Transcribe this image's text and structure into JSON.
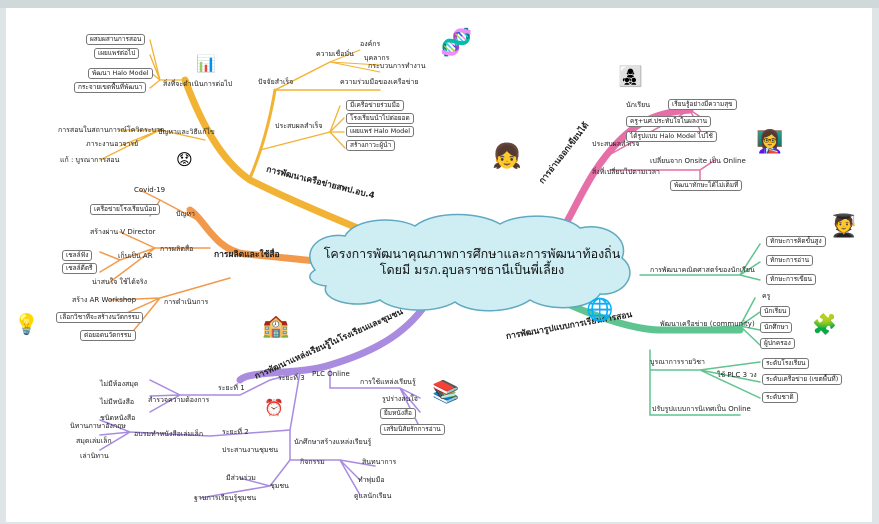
{
  "center": {
    "line1": "โครงการพัฒนาคุณภาพการศึกษาและการพัฒนาท้องถิ่น",
    "line2": "โดยมี มรภ.อุบลราชธานีเป็นพี่เลี้ยง"
  },
  "colors": {
    "yellow": "#f2b233",
    "pink": "#e76fa7",
    "orange": "#f29a4c",
    "green": "#5fc48f",
    "purple": "#a98be0",
    "cloud": "#cfeef4"
  },
  "yellow": {
    "branch": "การพัฒนาเครือข่ายสพป.อบ.4",
    "factors": "ปัจจัยสำเร็จ",
    "trust": "ความเชื่อมั่น",
    "org": "องค์กร",
    "staff": "บุคลากร",
    "process": "กระบวนการทำงาน",
    "cooperate": "ความร่วมมือของเครือข่าย",
    "success": "ประสบผลสำเร็จ",
    "tools": "มีเครือข่ายร่วมมือ",
    "school_good": "โรงเรียนนำไปต่อยอด",
    "spread_halo": "เผยแพร่ Halo Model",
    "leaders": "สร้างภาวะผู้นำ",
    "next": "สิ่งที่จะดำเนินการต่อไป",
    "n1": "ผสมผสานการสอน",
    "n2": "เผยแพร่ต่อไป",
    "n3": "พัฒนา Halo Model",
    "n4": "กระจายเขตพื้นที่พัฒนา",
    "problems": "ปัญหาและวิธีแก้ไข",
    "p1": "การสอนในสถานการณ์โควิดระบาด",
    "p2": "ภาระงานอาจารย์",
    "fix": "แก้ : บูรณาการสอน"
  },
  "pink": {
    "branch": "การอ่านออกเขียนได้",
    "success": "ประสบผลสำเร็จ",
    "student": "นักเรียน",
    "s1": "เรียนรู้อย่างมีความสุข",
    "s2": "ครู+นศ.ประทับใจในผลงาน",
    "s3": "ได้รูปแบบ Halo Model ไปใช้",
    "change": "สิ่งที่เปลี่ยนไปตามเวลา",
    "c1": "เปลี่ยนจาก Onsite เป็น Online",
    "c2": "พัฒนาทักษะได้ไม่เต็มที่"
  },
  "orange": {
    "branch": "การผลิตและใช้สื่อ",
    "covid": "Covid-19",
    "problem": "ปัญหา",
    "small_net": "เครือข่ายโรงเรียนน้อย",
    "create": "การผลิตสื่อ",
    "v_director": "สร้างผ่าน V Director",
    "easy_ar": "เก็บเป็น AR",
    "effective": "เชลล์ฟัง",
    "media": "เชลล์ดีตรี",
    "interesting": "น่าสนใจ ใช้ได้จริง",
    "use": "การดำเนินการ",
    "ar_workshop": "สร้าง AR  Workshop",
    "select": "เลือกวิชาที่จะสร้างนวัตกรรม",
    "extend": "ต่อยอดนวัตกรรม"
  },
  "green": {
    "branch": "การพัฒนารูปแบบการเรียนการสอน",
    "skill": "การพัฒนาคณิตศาสตร์ของนักเรียน",
    "k1": "ทักษะการคิดขั้นสูง",
    "k2": "ทักษะการอ่าน",
    "k3": "ทักษะการเขียน",
    "community": "พัฒนาเครือข่าย (community)",
    "teacher": "ครู",
    "students": "นักเรียน",
    "intern": "นักศึกษา",
    "parent": "ผู้ปกครอง",
    "integrate": "บูรณาการรายวิชา",
    "plc": "ใช้ PLC 3 วง",
    "plc1": "ระดับโรงเรียน",
    "plc2": "ระดับเครือข่าย (เขตพื้นที่)",
    "plc3": "ระดับชาติ",
    "online": "ปรับรูปแบบการนิเทศเป็น Online"
  },
  "purple": {
    "branch": "การพัฒนาแหล่งเรียนรู้ในโรงเรียนและชุมชน",
    "phase1": "ระยะที่ 1",
    "survey": "สำรวจความต้องการ",
    "a1": "ไม่มีห้องสมุด",
    "a2": "ไม่มีหนังสือ",
    "a3": "ชนิดหนังสือ",
    "phase3": "ระยะที่ 3",
    "plc_online": "PLC Online",
    "use_src": "การใช้แหล่งเรียนรู้",
    "u1": "รูปร่างสนใจ",
    "u2": "ยืมหนังสือ",
    "u3": "เสริมนิสัยรักการอ่าน",
    "phase2": "ระยะที่ 2",
    "book_corner": "อบรมทำหนังสือเล่มเล็ก",
    "b1": "นิทานภาษาอังกฤษ",
    "b2": "สมุดเล่มเล็ก",
    "b3": "เล่านิทาน",
    "coord": "ประสานงานชุมชน",
    "st_build": "นักศึกษาสร้างแหล่งเรียนรู้",
    "activity": "กิจกรรม",
    "t1": "สินทนาการ",
    "t2": "ทำพุ่มมือ",
    "t3": "ดูแลนักเรียน",
    "participate": "มีส่วนร่วม",
    "community": "ชุมชน",
    "base": "ฐานการเรียนรู้ชุมชน"
  }
}
